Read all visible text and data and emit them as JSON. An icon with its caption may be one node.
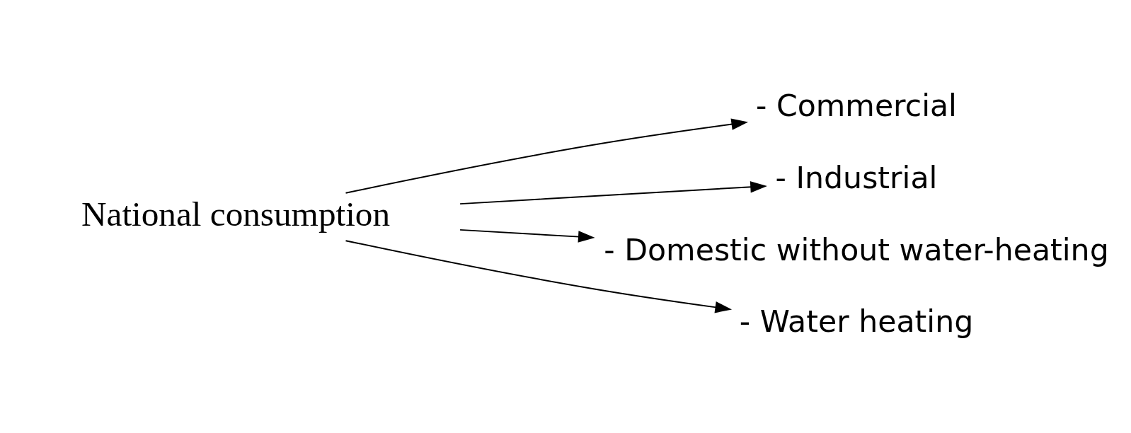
{
  "diagram": {
    "nodes": [
      {
        "text": [
          "National consumption"
        ]
      },
      {
        "text": [
          "- Commercial"
        ]
      },
      {
        "text": [
          "- Industrial"
        ]
      },
      {
        "text": [
          "- Domestic without water-heating"
        ]
      },
      {
        "text": [
          "- Water heating"
        ]
      }
    ],
    "edges": [
      {
        "from": 0,
        "to": 1,
        "arrow": "to"
      },
      {
        "from": 0,
        "to": 2,
        "arrow": "to"
      },
      {
        "from": 0,
        "to": 3,
        "arrow": "to"
      },
      {
        "from": 0,
        "to": 4,
        "arrow": "to"
      }
    ]
  }
}
